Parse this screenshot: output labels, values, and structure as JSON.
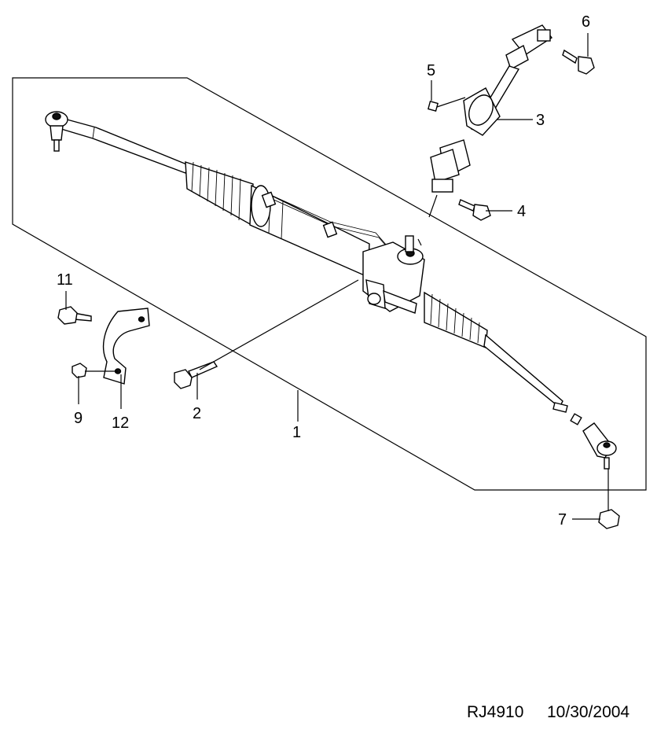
{
  "callouts": [
    {
      "id": "c1",
      "text": "1"
    },
    {
      "id": "c2",
      "text": "2"
    },
    {
      "id": "c3",
      "text": "3"
    },
    {
      "id": "c4",
      "text": "4"
    },
    {
      "id": "c5",
      "text": "5"
    },
    {
      "id": "c6",
      "text": "6"
    },
    {
      "id": "c7",
      "text": "7"
    },
    {
      "id": "c9",
      "text": "9"
    },
    {
      "id": "c11",
      "text": "11"
    },
    {
      "id": "c12",
      "text": "12"
    }
  ],
  "footer": {
    "code": "RJ4910",
    "date": "10/30/2004"
  }
}
